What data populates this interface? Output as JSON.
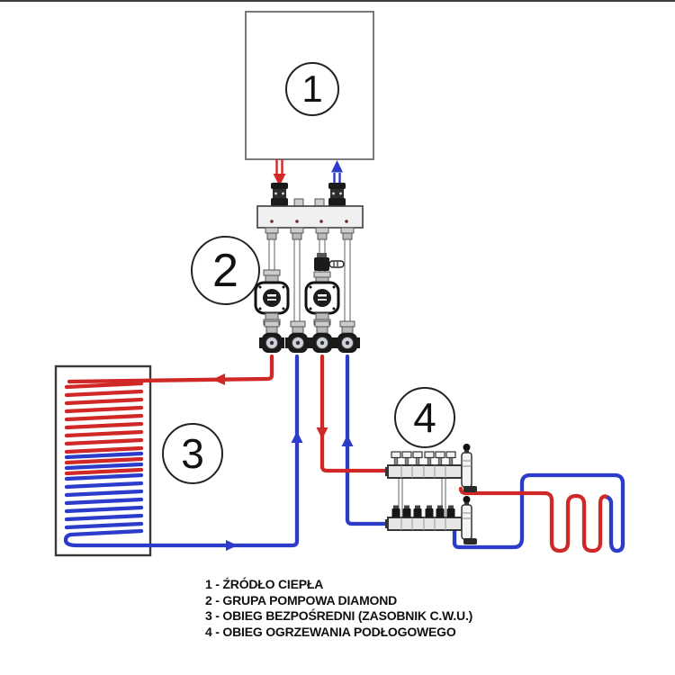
{
  "colors": {
    "hot": "#d02826",
    "cold": "#2a3cc9",
    "outline": "#3a3a3a"
  },
  "nodes": [
    {
      "label": "1"
    },
    {
      "label": "2"
    },
    {
      "label": "3"
    },
    {
      "label": "4"
    }
  ],
  "legend": {
    "items": [
      {
        "text": "1 - ŹRÓDŁO CIEPŁA"
      },
      {
        "text": "2 - GRUPA POMPOWA DIAMOND"
      },
      {
        "text": "3 - OBIEG BEZPOŚREDNI (ZASOBNIK C.W.U.)"
      },
      {
        "text": "4 - OBIEG OGRZEWANIA PODŁOGOWEGO"
      }
    ]
  }
}
